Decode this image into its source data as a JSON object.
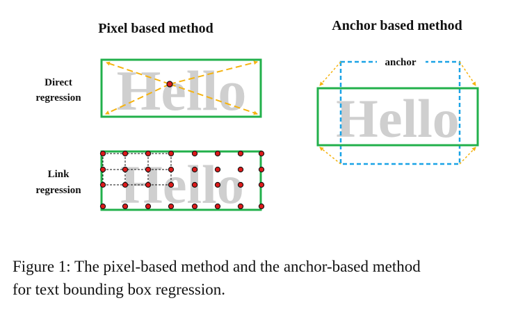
{
  "panels": {
    "pixel": {
      "title": "Pixel based method",
      "direct_label_line1": "Direct",
      "direct_label_line2": "regression",
      "link_label_line1": "Link",
      "link_label_line2": "regression"
    },
    "anchor": {
      "title": "Anchor based method",
      "anchor_label": "anchor"
    }
  },
  "sample_text": "Hello",
  "caption_line1": "Figure 1: The pixel-based method and the anchor-based method",
  "caption_line2": "for text bounding box regression.",
  "colors": {
    "box": "#22b04b",
    "arrow": "#f5b30f",
    "anchor": "#1aa3e6",
    "dot": "#dd1b1b",
    "hello": "#cfcfcf"
  }
}
